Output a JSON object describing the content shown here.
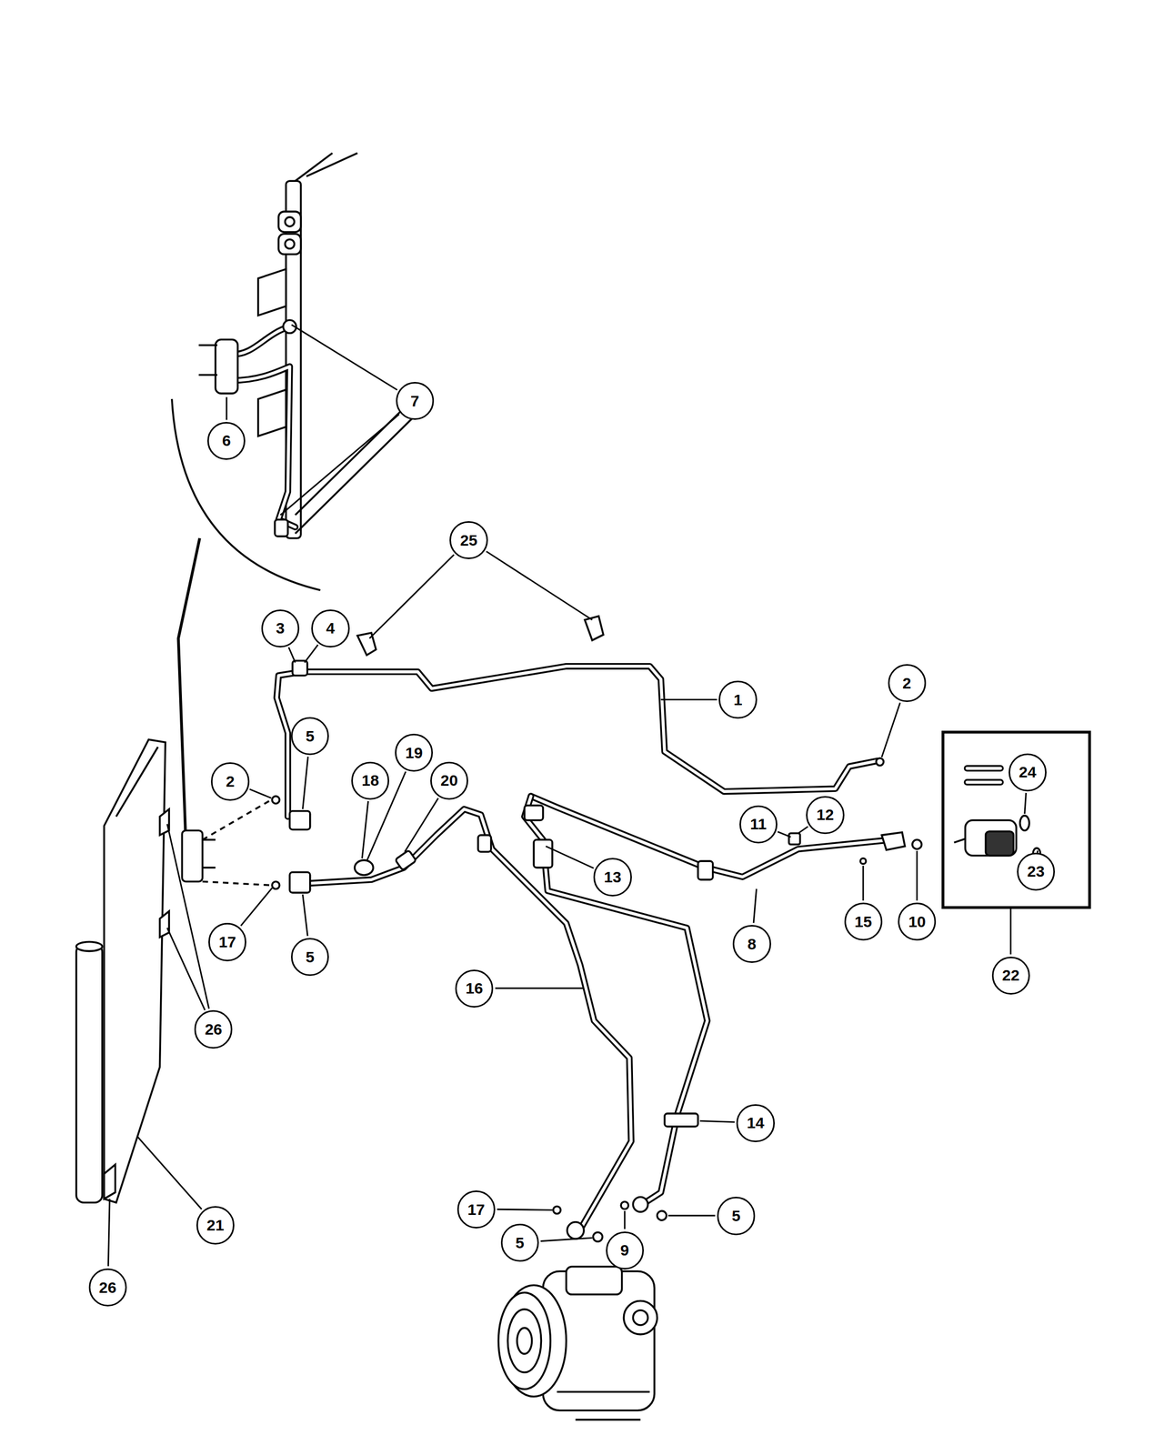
{
  "diagram": {
    "nodes": [
      {
        "text": [
          "7"
        ]
      },
      {
        "text": [
          "6"
        ]
      },
      {
        "text": [
          "25"
        ]
      },
      {
        "text": [
          "3"
        ]
      },
      {
        "text": [
          "4"
        ]
      },
      {
        "text": [
          "1"
        ]
      },
      {
        "text": [
          "2"
        ]
      },
      {
        "text": [
          "5"
        ]
      },
      {
        "text": [
          "2"
        ]
      },
      {
        "text": [
          "18"
        ]
      },
      {
        "text": [
          "19"
        ]
      },
      {
        "text": [
          "20"
        ]
      },
      {
        "text": [
          "11"
        ]
      },
      {
        "text": [
          "12"
        ]
      },
      {
        "text": [
          "24"
        ]
      },
      {
        "text": [
          "13"
        ]
      },
      {
        "text": [
          "23"
        ]
      },
      {
        "text": [
          "15"
        ]
      },
      {
        "text": [
          "10"
        ]
      },
      {
        "text": [
          "8"
        ]
      },
      {
        "text": [
          "17"
        ]
      },
      {
        "text": [
          "5"
        ]
      },
      {
        "text": [
          "22"
        ]
      },
      {
        "text": [
          "16"
        ]
      },
      {
        "text": [
          "26"
        ]
      },
      {
        "text": [
          "14"
        ]
      },
      {
        "text": [
          "17"
        ]
      },
      {
        "text": [
          "5"
        ]
      },
      {
        "text": [
          "5"
        ]
      },
      {
        "text": [
          "9"
        ]
      },
      {
        "text": [
          "21"
        ]
      },
      {
        "text": [
          "26"
        ]
      }
    ]
  }
}
